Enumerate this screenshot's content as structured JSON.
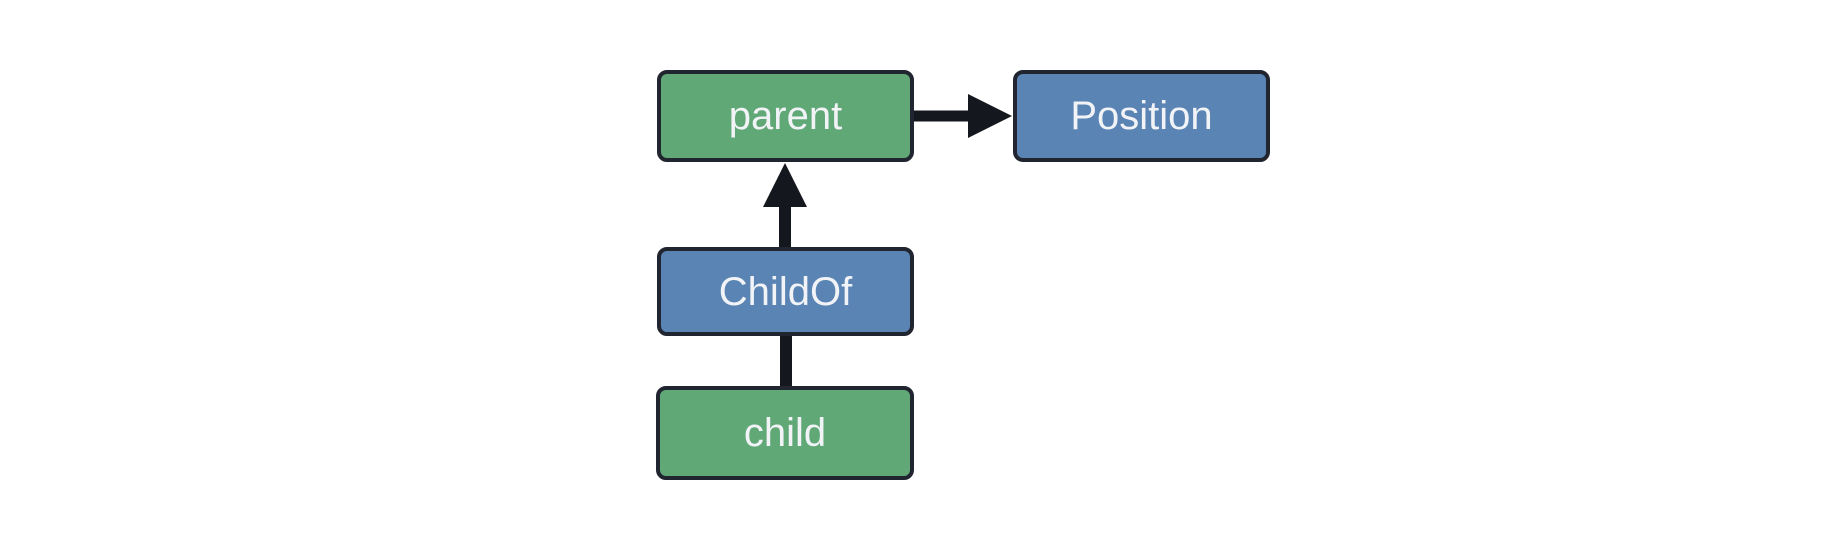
{
  "diagram": {
    "nodes": {
      "parent": {
        "label": "parent",
        "kind": "entity"
      },
      "position": {
        "label": "Position",
        "kind": "component"
      },
      "childof": {
        "label": "ChildOf",
        "kind": "relationship"
      },
      "child": {
        "label": "child",
        "kind": "entity"
      }
    },
    "edges": [
      {
        "from": "parent",
        "to": "Position",
        "style": "arrow",
        "direction": "right"
      },
      {
        "from": "ChildOf",
        "to": "parent",
        "style": "arrow",
        "direction": "up"
      },
      {
        "from": "child",
        "to": "ChildOf",
        "style": "line",
        "direction": "up"
      }
    ],
    "colors": {
      "entity_fill": "#61A877",
      "component_fill": "#5A84B4",
      "node_border": "#212530",
      "node_text": "#F1F3F7",
      "arrow": "#15171E",
      "background": "#FFFFFF"
    }
  }
}
